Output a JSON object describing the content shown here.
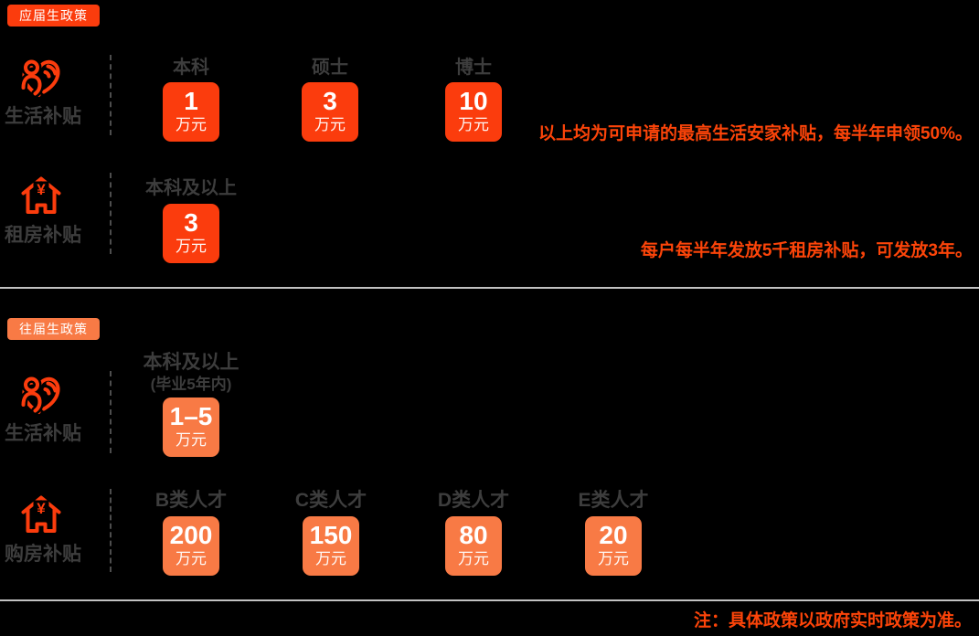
{
  "colors": {
    "background": "#000000",
    "fresh_accent": "#fb3c0d",
    "previous_accent": "#f87a45",
    "note_color": "#fc4409",
    "label_gray": "#3d3d3d",
    "dash_color": "#4d4d4d",
    "divider_color": "#c2c2c2"
  },
  "icons": {
    "living": "people-heart-icon",
    "housing": "house-yuan-icon"
  },
  "fresh_section": {
    "badge": "应届生政策",
    "rows": [
      {
        "label": "生活补贴",
        "columns": [
          {
            "label": "本科",
            "value": "1",
            "unit": "万元"
          },
          {
            "label": "硕士",
            "value": "3",
            "unit": "万元"
          },
          {
            "label": "博士",
            "value": "10",
            "unit": "万元"
          }
        ],
        "note": "以上均为可申请的最高生活安家补贴，每半年申领50%。"
      },
      {
        "label": "租房补贴",
        "columns": [
          {
            "label": "本科及以上",
            "value": "3",
            "unit": "万元"
          }
        ],
        "note": "每户每半年发放5千租房补贴，可发放3年。"
      }
    ]
  },
  "previous_section": {
    "badge": "往届生政策",
    "rows": [
      {
        "label": "生活补贴",
        "columns": [
          {
            "label": "本科及以上",
            "sublabel": "(毕业5年内)",
            "value": "1–5",
            "unit": "万元"
          }
        ]
      },
      {
        "label": "购房补贴",
        "columns": [
          {
            "label": "B类人才",
            "value": "200",
            "unit": "万元"
          },
          {
            "label": "C类人才",
            "value": "150",
            "unit": "万元"
          },
          {
            "label": "D类人才",
            "value": "80",
            "unit": "万元"
          },
          {
            "label": "E类人才",
            "value": "20",
            "unit": "万元"
          }
        ]
      }
    ]
  },
  "footer_note": "注：具体政策以政府实时政策为准。"
}
